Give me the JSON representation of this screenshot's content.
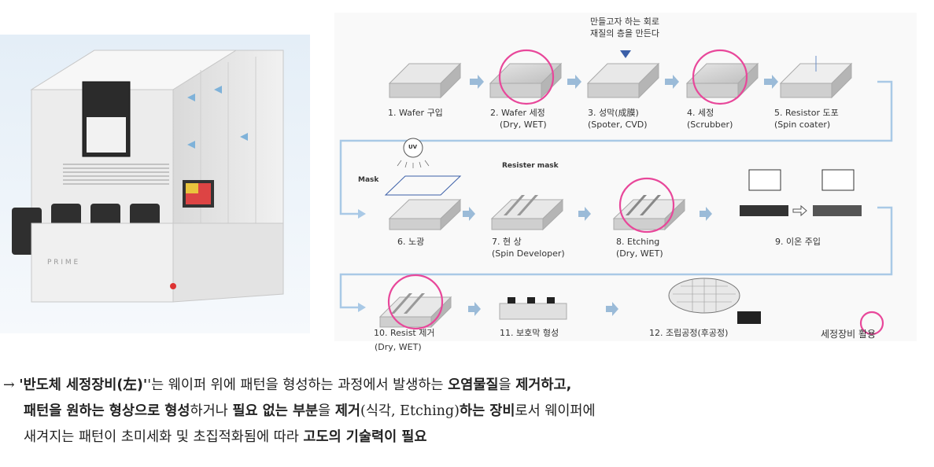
{
  "callout": {
    "line1": "만들고자 하는 회로",
    "line2": "재질의 층을 만든다"
  },
  "mask_label": "Mask",
  "resister_mask_label": "Resister mask",
  "uv_label": "UV",
  "machine_brand": "P R I M E",
  "steps": [
    {
      "label": "1. Wafer 구입",
      "sub": ""
    },
    {
      "label": "2. Wafer 세정",
      "sub": "(Dry, WET)"
    },
    {
      "label": "3. 성막(成膜)",
      "sub": "(Spoter, CVD)"
    },
    {
      "label": "4. 세정",
      "sub": "(Scrubber)"
    },
    {
      "label": "5. Resistor 도포",
      "sub": "(Spin coater)"
    },
    {
      "label": "6. 노광",
      "sub": ""
    },
    {
      "label": "7. 현 상",
      "sub": "(Spin Developer)"
    },
    {
      "label": "8. Etching",
      "sub": "(Dry, WET)"
    },
    {
      "label": "9. 이온 주입",
      "sub": ""
    },
    {
      "label": "10. Resist 제거",
      "sub": "(Dry, WET)"
    },
    {
      "label": "11. 보호막 형성",
      "sub": ""
    },
    {
      "label": "12. 조립공정(후공정)",
      "sub": ""
    }
  ],
  "legend_label": "세정장비 활용",
  "colors": {
    "highlight": "#e8479a",
    "arrow": "#9bbbd8",
    "flow": "#a9c9e6"
  },
  "description": {
    "p1": "'",
    "b1": "반도체 세정장비(左)",
    "p2": "'는 웨이퍼 위에 패턴을 형성하는 과정에서 발생하는 ",
    "b2": "오염물질",
    "p3": "을 ",
    "b3": "제거하고,",
    "br1": "",
    "b4": "패턴을 원하는 형상으로 형성",
    "p4": "하거나 ",
    "b5": "필요 없는 부분",
    "p5": "을 ",
    "b6": "제거",
    "p6": "(식각, Etching)",
    "b7": "하는 장비",
    "p7": "로서 웨이퍼에",
    "p8": "새겨지는 패턴이 초미세화 및 초집적화됨에 따라 ",
    "b8": "고도의 기술력이 필요"
  }
}
